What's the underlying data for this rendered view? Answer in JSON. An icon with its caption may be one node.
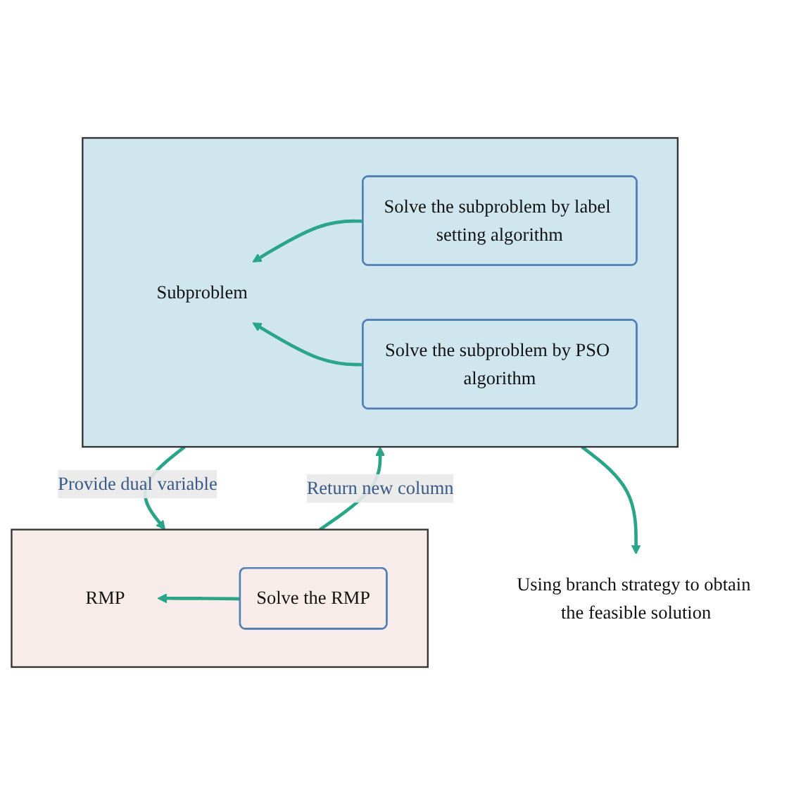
{
  "diagram": {
    "nodes": [
      {
        "text": [],
        "shape": "box"
      },
      {
        "text": [
          "RMP"
        ],
        "in": 0
      },
      {
        "text": [
          "Solve the RMP"
        ],
        "in": 0
      },
      {
        "text": [],
        "shape": "box"
      },
      {
        "text": [
          "Subproblem"
        ],
        "in": 3
      },
      {
        "text": [
          "Solve the subproblem by label setting algorithm"
        ],
        "in": 3
      },
      {
        "text": [
          "Solve the subproblem by PSO algorithm"
        ],
        "in": 3
      },
      {
        "text": [
          "Using branch strategy to obtain the feasible solution"
        ]
      }
    ],
    "edges": [
      {
        "from": 2,
        "to": 1,
        "arrow": "to"
      },
      {
        "from": 0,
        "to": 3,
        "arrow": "to",
        "label": "Return new column"
      },
      {
        "from": 3,
        "to": 0,
        "arrow": "to",
        "label": "Provide dual variable"
      },
      {
        "from": 5,
        "to": 4,
        "arrow": "to"
      },
      {
        "from": 6,
        "to": 4,
        "arrow": "to"
      },
      {
        "from": 3,
        "to": 7,
        "arrow": "to"
      }
    ]
  }
}
